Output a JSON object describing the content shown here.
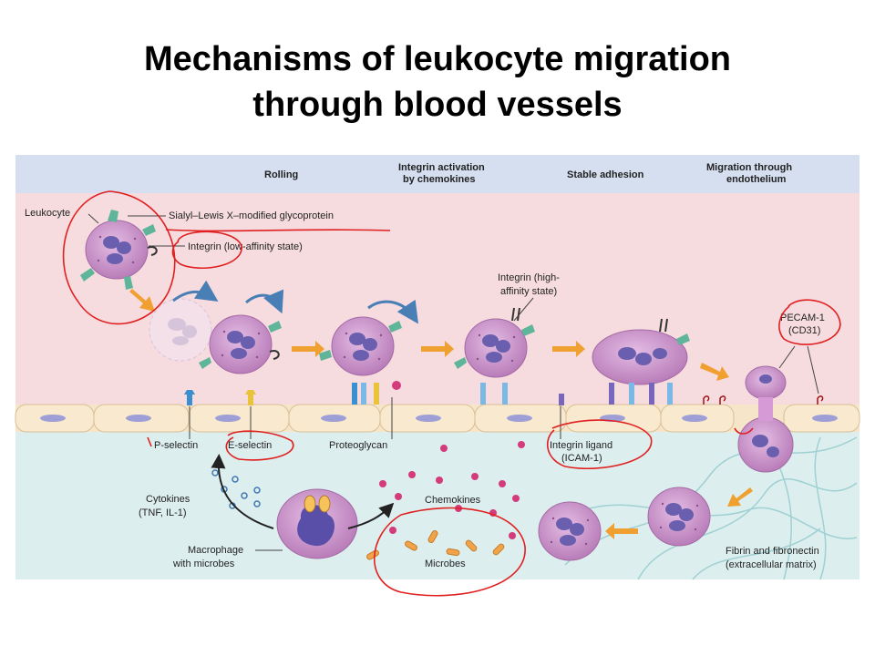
{
  "title": {
    "line1": "Mechanisms of leukocyte migration",
    "line2": "through blood vessels"
  },
  "stages": {
    "rolling": "Rolling",
    "integrin_activation_1": "Integrin activation",
    "integrin_activation_2": "by chemokines",
    "stable_adhesion": "Stable adhesion",
    "migration_1": "Migration through",
    "migration_2": "endothelium"
  },
  "labels": {
    "leukocyte": "Leukocyte",
    "sialyl": "Sialyl–Lewis X–modified glycoprotein",
    "integrin_low": "Integrin (low-affinity state)",
    "integrin_high_1": "Integrin (high-",
    "integrin_high_2": "affinity state)",
    "pecam_1": "PECAM-1",
    "pecam_2": "(CD31)",
    "p_selectin": "P-selectin",
    "e_selectin": "E-selectin",
    "proteoglycan": "Proteoglycan",
    "integrin_ligand_1": "Integrin ligand",
    "integrin_ligand_2": "(ICAM-1)",
    "cytokines_1": "Cytokines",
    "cytokines_2": "(TNF, IL-1)",
    "chemokines": "Chemokines",
    "macrophage_1": "Macrophage",
    "macrophage_2": "with microbes",
    "microbes": "Microbes",
    "fibrin_1": "Fibrin and fibronectin",
    "fibrin_2": "(extracellular matrix)"
  },
  "colors": {
    "header_band": "#d6dff0",
    "vessel_lumen": "#f6dcdf",
    "tissue": "#ddeeee",
    "endothelium": "#f6e5c8",
    "cell_body": "#c78fc6",
    "nucleus": "#6a5fae",
    "arrow_orange": "#f0a030",
    "annotation_red": "#e02020"
  }
}
